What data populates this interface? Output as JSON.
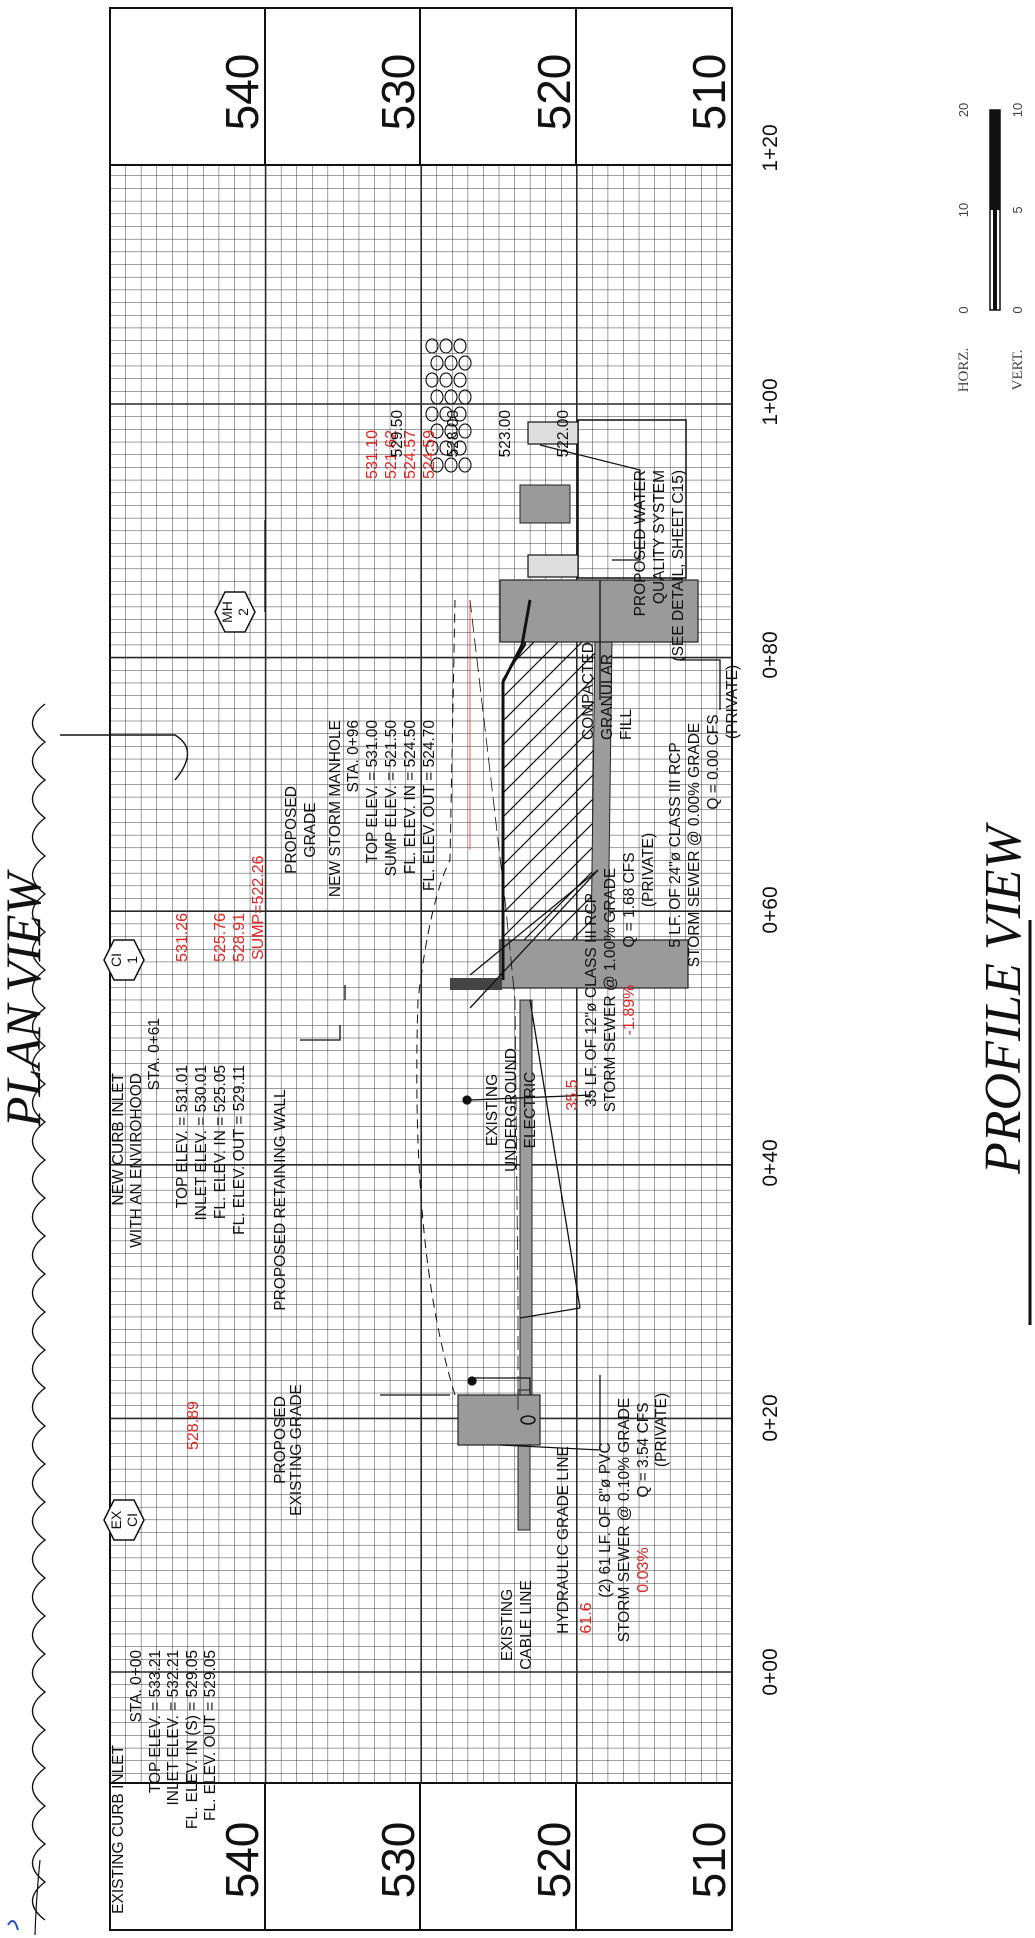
{
  "titles": {
    "plan_view": "PLAN VIEW",
    "profile_view": "PROFILE VIEW"
  },
  "elevations_left": [
    "540",
    "530",
    "520",
    "510"
  ],
  "elevations_right": [
    "540",
    "530",
    "520",
    "510"
  ],
  "stations": [
    "0+00",
    "0+20",
    "0+40",
    "0+60",
    "0+80",
    "1+00",
    "1+20"
  ],
  "scale_bar": {
    "horz_label": "HORZ.",
    "vert_label": "VERT.",
    "horz_ticks": [
      "0",
      "10",
      "20"
    ],
    "vert_ticks": [
      "0",
      "5",
      "10"
    ]
  },
  "structures": {
    "ex_ci": {
      "tag_top": "EX",
      "tag_bottom": "CI"
    },
    "ci_1": {
      "tag_top": "CI",
      "tag_bottom": "1"
    },
    "mh_2": {
      "tag_top": "MH",
      "tag_bottom": "2"
    }
  },
  "existing_inlet": {
    "lines": [
      "EXISTING CURB INLET",
      "STA. 0+00",
      "TOP ELEV. = 533.21",
      "INLET ELEV. = 532.21",
      "FL. ELEV. IN (S) = 529.05",
      "FL. ELEV. OUT = 529.05"
    ],
    "red_note": "528.89"
  },
  "new_inlet": {
    "lines": [
      "NEW CURB INLET",
      "WITH AN ENVIROHOOD",
      "STA. 0+61",
      "TOP ELEV. = 531.01",
      "INLET ELEV. = 530.01",
      "FL. ELEV. IN = 525.05",
      "FL. ELEV. OUT = 529.11"
    ],
    "red_notes": [
      "531.26",
      "525.76",
      "528.91",
      "SUMP=522.26"
    ]
  },
  "new_manhole": {
    "lines": [
      "NEW STORM MANHOLE",
      "STA. 0+96",
      "TOP ELEV. = 531.00",
      "SUMP ELEV. = 521.50",
      "FL. ELEV. IN = 524.50",
      "FL. ELEV. OUT = 524.70"
    ],
    "red_notes": [
      "531.10",
      "521.62",
      "524.57",
      "524.59"
    ]
  },
  "water_quality": {
    "elevations": [
      "529.50",
      "528.00",
      "523.00",
      "522.00"
    ],
    "lines": [
      "PROPOSED WATER",
      "QUALITY SYSTEM",
      "(SEE DETAIL, SHEET C15)"
    ]
  },
  "callouts": {
    "proposed_retaining_wall": "PROPOSED RETAINING WALL",
    "proposed_grade_1": "PROPOSED",
    "existing_grade": "EXISTING GRADE",
    "proposed_grade_2": [
      "PROPOSED",
      "GRADE"
    ],
    "existing_electric": [
      "EXISTING",
      "UNDERGROUND",
      "ELECTRIC"
    ],
    "existing_cable": [
      "EXISTING",
      "CABLE LINE"
    ],
    "hydraulic_grade": "HYDRAULIC GRADE LINE",
    "compacted_fill": [
      "COMPACTED",
      "GRANULAR",
      "FILL"
    ]
  },
  "pipes": {
    "pvc": {
      "red_length": "61.6",
      "lines": [
        "(2) 61 LF. OF 8\"ø PVC",
        "STORM SEWER @ 0.10% GRADE",
        "Q = 3.54 CFS",
        "(PRIVATE)"
      ],
      "red_note": "0.03%"
    },
    "rcp_12": {
      "red_length": "35.5",
      "lines": [
        "35 LF. OF 12\"ø CLASS III RCP",
        "STORM SEWER @ 1.00% GRADE",
        "Q = 1.68 CFS",
        "(PRIVATE)"
      ],
      "red_note": "-1.89%"
    },
    "rcp_24": {
      "lines": [
        "5 LF. OF 24\"ø CLASS III RCP",
        "STORM SEWER @ 0.00% GRADE",
        "Q = 0.00 CFS",
        "(PRIVATE)"
      ]
    }
  },
  "colors": {
    "line": "#111111",
    "redline": "#e0231f",
    "structure_fill": "#9a9a9a",
    "pipe_fill": "#9d9d9d",
    "grid": "#2a2a2a"
  }
}
